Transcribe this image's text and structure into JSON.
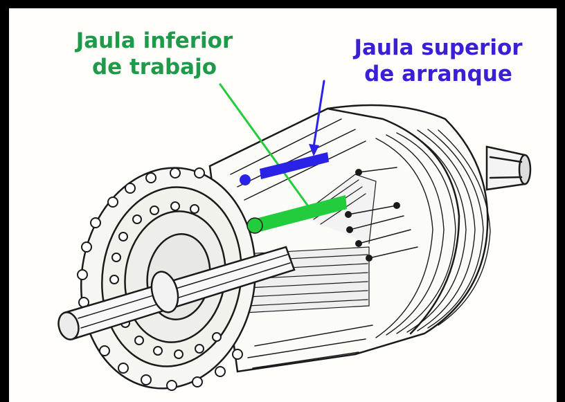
{
  "labels": {
    "lower_cage": {
      "line1": "Jaula inferior",
      "line2": "de trabajo",
      "color": "#1f9a4a"
    },
    "upper_cage": {
      "line1": "Jaula superior",
      "line2": "de arranque",
      "color": "#3a1fd6"
    }
  },
  "colors": {
    "frame": "#000000",
    "background": "#fffefb",
    "ink": "#1a1a1a",
    "lower_cage_bar": "#22cc3c",
    "upper_cage_bar": "#2a22e6"
  }
}
